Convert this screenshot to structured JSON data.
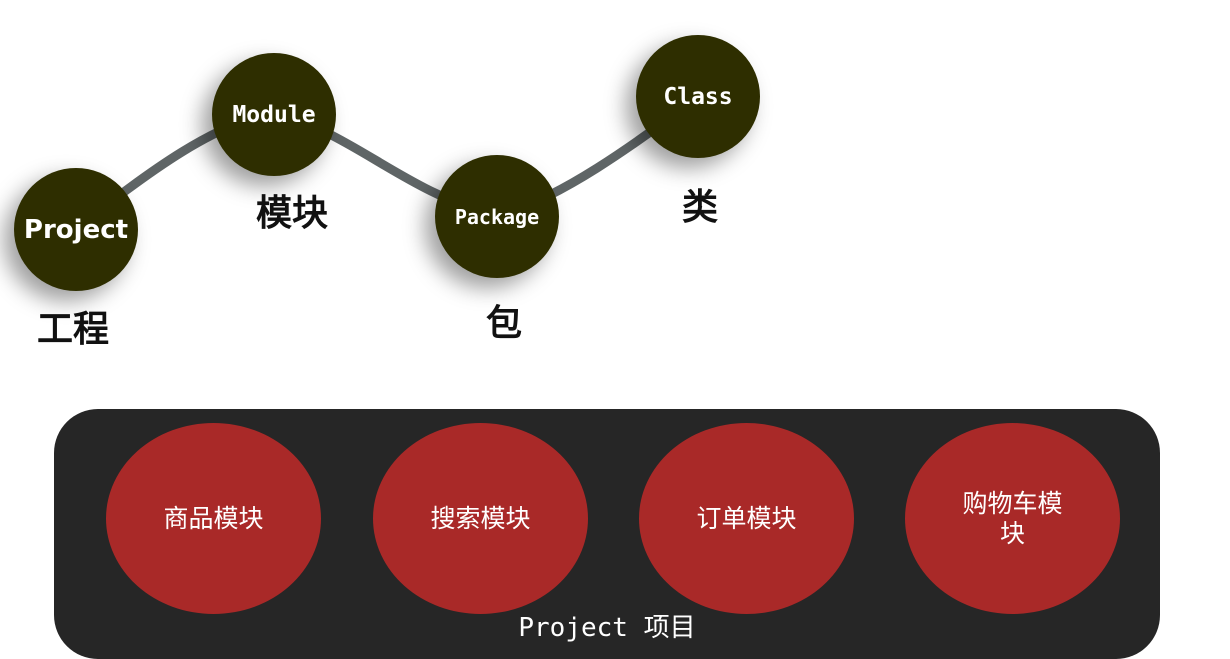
{
  "hierarchy": {
    "nodes": [
      {
        "label": "Project",
        "caption": "工程"
      },
      {
        "label": "Module",
        "caption": "模块"
      },
      {
        "label": "Package",
        "caption": "包"
      },
      {
        "label": "Class",
        "caption": "类"
      }
    ]
  },
  "project_panel": {
    "title": "Project 项目",
    "modules": [
      "商品模块",
      "搜索模块",
      "订单模块",
      "购物车模块"
    ]
  },
  "colors": {
    "node_fill": "#2e2e00",
    "connector": "#5f6566",
    "panel_bg": "#262626",
    "module_fill": "#a92928"
  }
}
